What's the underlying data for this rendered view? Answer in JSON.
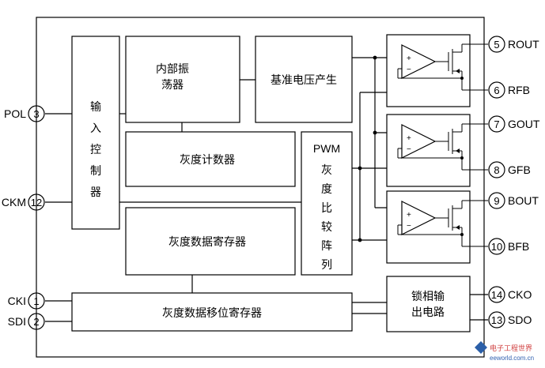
{
  "blocks": {
    "input_control": [
      "输",
      "入",
      "控",
      "制",
      "器"
    ],
    "oscillator": [
      "内部振",
      "荡器"
    ],
    "reference_voltage": "基准电压产生",
    "gray_counter": "灰度计数器",
    "pwm_title": "PWM",
    "pwm_chars": [
      "灰",
      "度",
      "比",
      "较",
      "阵",
      "列"
    ],
    "gray_register": "灰度数据寄存器",
    "shift_register": "灰度数据移位寄存器",
    "pll_output": [
      "锁相输",
      "出电路"
    ]
  },
  "pins_left": [
    {
      "num": "3",
      "name": "POL"
    },
    {
      "num": "12",
      "name": "CKM"
    },
    {
      "num": "1",
      "name": "CKI"
    },
    {
      "num": "2",
      "name": "SDI"
    }
  ],
  "pins_right": [
    {
      "num": "5",
      "name": "ROUT"
    },
    {
      "num": "6",
      "name": "RFB"
    },
    {
      "num": "7",
      "name": "GOUT"
    },
    {
      "num": "8",
      "name": "GFB"
    },
    {
      "num": "9",
      "name": "BOUT"
    },
    {
      "num": "10",
      "name": "BFB"
    },
    {
      "num": "14",
      "name": "CKO"
    },
    {
      "num": "13",
      "name": "SDO"
    }
  ],
  "opamp_signs": {
    "plus": "+",
    "minus": "−"
  },
  "watermark": {
    "line1": "电子工程世界",
    "line2": "eeworld.com.cn"
  }
}
